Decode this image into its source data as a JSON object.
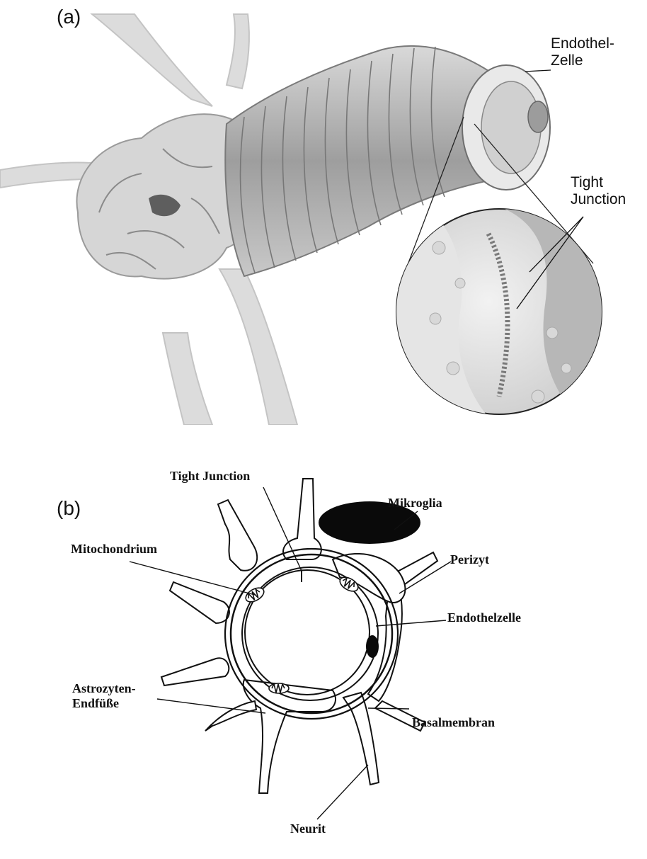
{
  "panel_a": {
    "tag": "(a)",
    "labels": {
      "endothel_line1": "Endothel-",
      "endothel_line2": "Zelle",
      "tight_line1": "Tight",
      "tight_line2": "Junction"
    }
  },
  "panel_b": {
    "tag": "(b)",
    "labels": {
      "tight_junction": "Tight Junction",
      "mikroglia": "Mikroglia",
      "mitochondrium": "Mitochondrium",
      "perizyt": "Perizyt",
      "endothelzelle": "Endothelzelle",
      "astrozyten_line1": "Astrozyten-",
      "astrozyten_line2": "Endfüße",
      "basalmembran": "Basalmembran",
      "neurit": "Neurit"
    }
  },
  "colors": {
    "tissue_shade": "#bdbdbd",
    "ink": "#111111",
    "microglia_fill": "#0a0a0a"
  }
}
